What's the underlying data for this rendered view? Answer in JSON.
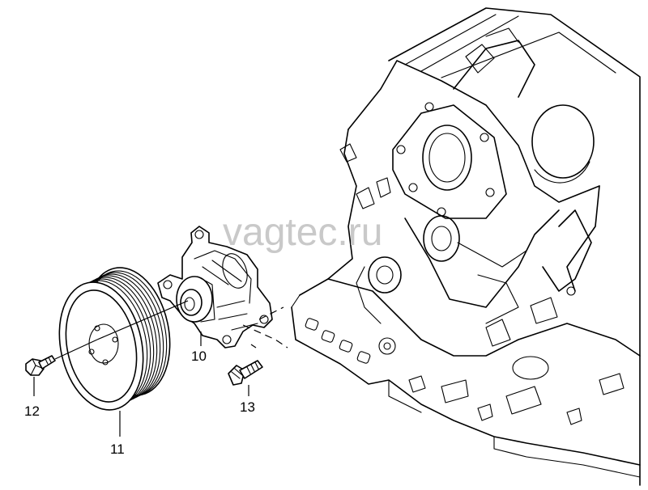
{
  "watermark": "vagtec.ru",
  "callouts": {
    "water_pump": "10",
    "pulley": "11",
    "pulley_bolt": "12",
    "pump_bolt": "13"
  }
}
